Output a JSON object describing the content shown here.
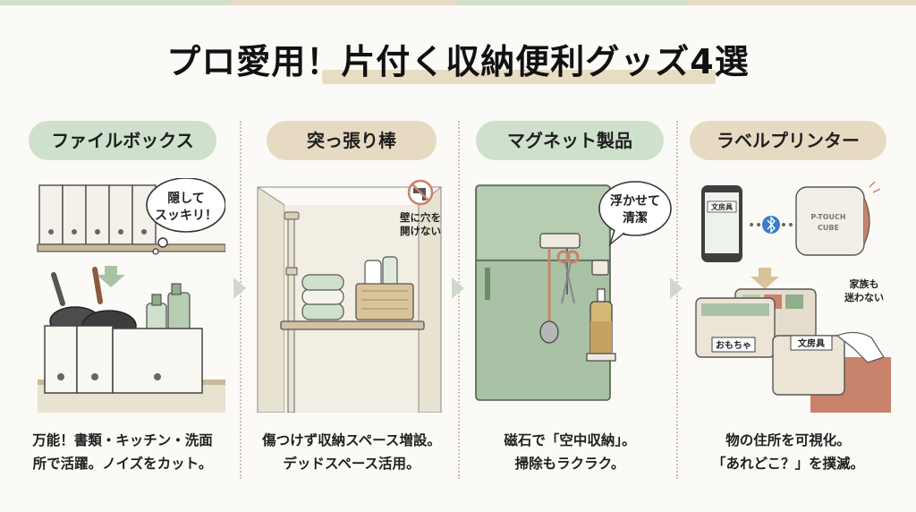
{
  "title": "プロ愛用！片付く収納便利グッズ4選",
  "colors": {
    "green": "#cfe0cd",
    "tan": "#e6dac3",
    "sage": "#a9c2a6",
    "terracotta": "#c9826b"
  },
  "panels": [
    {
      "heading": "ファイルボックス",
      "bubble_line1": "隠して",
      "bubble_line2": "スッキリ！",
      "caption_line1": "万能！書類・キッチン・洗面",
      "caption_line2": "所で活躍。ノイズをカット。"
    },
    {
      "heading": "突っ張り棒",
      "note_line1": "壁に穴を",
      "note_line2": "開けない",
      "caption_line1": "傷つけず収納スペース増設。",
      "caption_line2": "デッドスペース活用。"
    },
    {
      "heading": "マグネット製品",
      "bubble_line1": "浮かせて",
      "bubble_line2": "清潔",
      "caption_line1": "磁石で「空中収納」。",
      "caption_line2": "掃除もラクラク。"
    },
    {
      "heading": "ラベルプリンター",
      "phone_label": "文房具",
      "printer_line1": "P-TOUCH",
      "printer_line2": "CUBE",
      "note_line1": "家族も",
      "note_line2": "迷わない",
      "box_label_1": "おもちゃ",
      "box_label_2": "文房具",
      "caption_line1": "物の住所を可視化。",
      "caption_line2": "「あれどこ？」を撲滅。"
    }
  ]
}
